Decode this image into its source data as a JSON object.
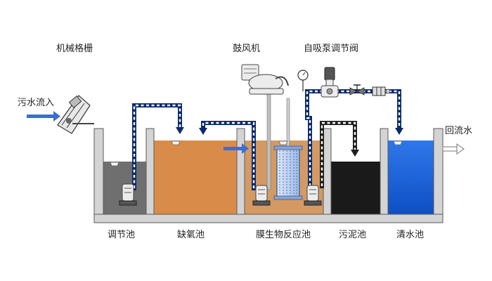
{
  "labels": {
    "screen": "机械格栅",
    "blower": "鼓风机",
    "pump_valve": "自吸泵调节阀",
    "inflow": "污水流入",
    "return_flow": "回流水"
  },
  "tanks": [
    {
      "id": "equalization",
      "label": "调节池",
      "color": "#6f6f6f"
    },
    {
      "id": "anoxic",
      "label": "缺氧池",
      "color": "#d98c4a"
    },
    {
      "id": "mbr",
      "label": "膜生物反应池",
      "color": "#d39a63"
    },
    {
      "id": "sludge",
      "label": "污泥池",
      "color": "#1a1a1a"
    },
    {
      "id": "clear",
      "label": "清水池",
      "color": "#1560d6"
    }
  ],
  "colors": {
    "pipe": "#0b2a6b",
    "wall": "#d4d4d4",
    "arrow": "#3a6fd1"
  }
}
